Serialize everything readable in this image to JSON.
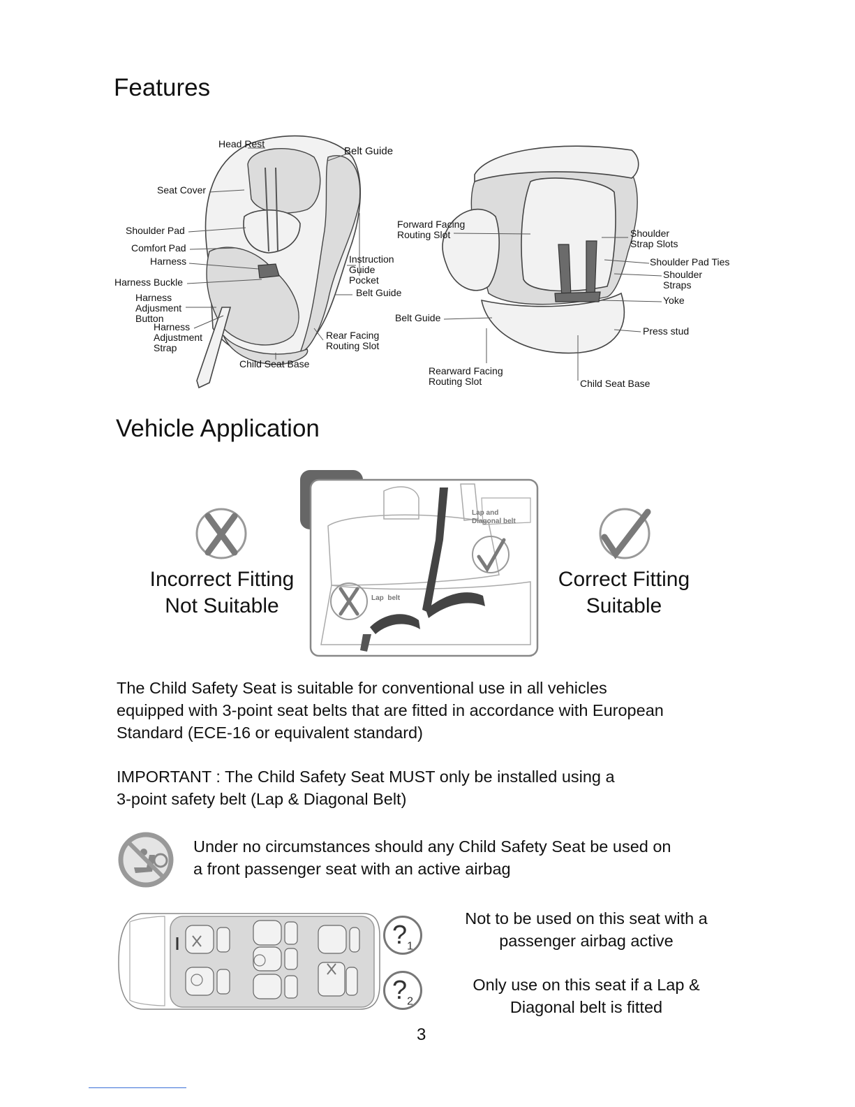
{
  "features": {
    "heading": "Features",
    "front_labels": {
      "head_rest": "Head Rest",
      "belt_guide_top": "Belt Guide",
      "seat_cover": "Seat Cover",
      "shoulder_pad": "Shoulder Pad",
      "comfort_pad": "Comfort Pad",
      "harness": "Harness",
      "harness_buckle": "Harness Buckle",
      "harness_adj_button": [
        "Harness",
        "Adjusment",
        "Button"
      ],
      "harness_adj_strap": [
        "Harness",
        "Adjustment",
        "Strap"
      ],
      "child_seat_base": "Child Seat Base",
      "instruction_pocket": [
        "Instruction",
        "Guide",
        "Pocket"
      ],
      "belt_guide_mid": "Belt Guide",
      "rear_facing_slot": [
        "Rear Facing",
        "Routing Slot"
      ]
    },
    "back_labels": {
      "forward_facing_slot": [
        "Forward Facing",
        "Routing Slot"
      ],
      "belt_guide": "Belt Guide",
      "rearward_facing_slot": [
        "Rearward Facing",
        "Routing Slot"
      ],
      "child_seat_base": "Child Seat Base",
      "shoulder_strap_slots": [
        "Shoulder",
        "Strap Slots"
      ],
      "shoulder_pad_ties": "Shoulder Pad Ties",
      "shoulder_straps": [
        "Shoulder",
        "Straps"
      ],
      "yoke": "Yoke",
      "press_stud": "Press stud"
    }
  },
  "vehicle": {
    "heading": "Vehicle Application",
    "incorrect": [
      "Incorrect Fitting",
      "Not Suitable"
    ],
    "correct": [
      "Correct Fitting",
      "Suitable"
    ],
    "belt_labels": {
      "lap_diagonal": [
        "Lap and",
        "Diagonal belt"
      ],
      "lap": "Lap  belt"
    }
  },
  "body": {
    "paragraph1": [
      "The Child Safety Seat is suitable for conventional use in all vehicles",
      "equipped with 3-point seat belts that are fitted in accordance with European",
      "Standard (ECE-16 or equivalent standard)"
    ],
    "paragraph2": [
      "IMPORTANT : The Child Safety Seat MUST only be installed using a",
      "3-point safety belt (Lap & Diagonal Belt)"
    ],
    "airbag_warning": [
      "Under no circumstances should any Child Safety Seat be used on",
      "a front passenger seat with an active airbag"
    ]
  },
  "seat_notes": {
    "q1_symbol": "?",
    "q1_sub": "1",
    "q2_symbol": "?",
    "q2_sub": "2",
    "note1": [
      "Not to be used on this seat with a",
      "passenger airbag active"
    ],
    "note2": [
      "Only use on this seat if a Lap &",
      "Diagonal belt is fitted"
    ]
  },
  "page_number": "3",
  "colors": {
    "text": "#111111",
    "line_art": "#444444",
    "panel_fill": "#d9d9d9"
  }
}
